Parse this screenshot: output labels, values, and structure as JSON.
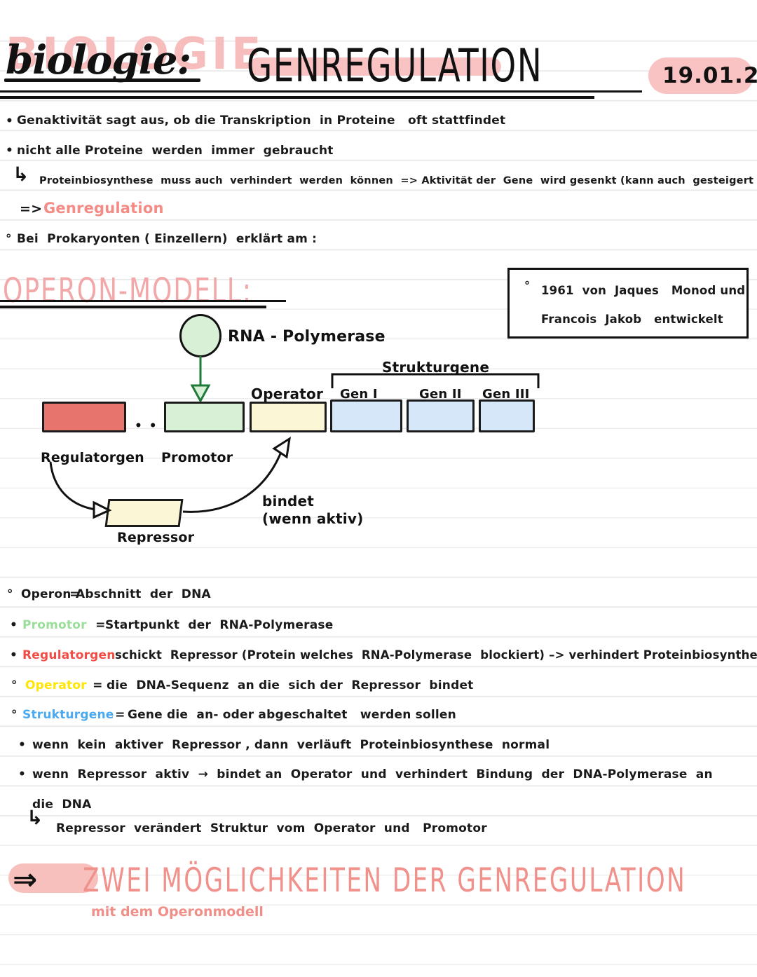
{
  "header": {
    "ghost_title": "BIOLOGIE",
    "script_title": "biologie:",
    "main_title": "GENREGULATION",
    "date": "19.01.2"
  },
  "intro_notes": [
    {
      "bullet": "•",
      "text": "Genaktivität sagt aus, ob die Transkription  in Proteine   oft stattfindet"
    },
    {
      "bullet": "•",
      "text": "nicht alle Proteine  werden  immer  gebraucht"
    },
    {
      "bullet": "↳",
      "text": "Proteinbiosynthese  muss auch  verhindert  werden  können  => Aktivität der  Gene  wird gesenkt (kann auch  gesteigert werden)"
    },
    {
      "bullet": "=>",
      "text": "Genregulation",
      "color": "#f58b85"
    },
    {
      "bullet": "°",
      "text": "Bei  Prokaryonten ( Einzellern)  erklärt am :"
    }
  ],
  "operon": {
    "heading": "OPERON-MODELL:",
    "info_box": {
      "bullet": "°",
      "line1": "1961  von  Jaques   Monod und",
      "line2": "Francois  Jakob   entwickelt"
    },
    "diagram": {
      "polymerase_label": "RNA - Polymerase",
      "strukturgene_bracket_label": "Strukturgene",
      "operator_label": "Operator",
      "gene_labels": [
        "Gen I",
        "Gen II",
        "Gen III"
      ],
      "regulator_label": "Regulatorgen",
      "promotor_label": "Promotor",
      "repressor_label": "Repressor",
      "binds_label_line1": "bindet",
      "binds_label_line2": "(wenn aktiv)",
      "dna_dots": "• • • •",
      "colors": {
        "regulator": "#e8746e",
        "promotor": "#d7f0d6",
        "operator": "#fbf7d6",
        "gene": "#d5e7f8",
        "repressor": "#fbf7d6",
        "polymerase": "#d7f0d6"
      }
    }
  },
  "definitions": [
    {
      "bullet": "°",
      "keyword": "Operon",
      "keyword_color": "#1a1a1a",
      "sep": " = ",
      "text": "Abschnitt  der  DNA"
    },
    {
      "bullet": "•",
      "keyword": "Promotor",
      "keyword_color": "#9ade9a",
      "sep": " = ",
      "text": "Startpunkt  der  RNA-Polymerase"
    },
    {
      "bullet": "•",
      "keyword": "Regulatorgen",
      "keyword_color": "#f24b43",
      "sep": " ",
      "text": "schickt  Repressor (Protein welches  RNA-Polymerase  blockiert) –> verhindert Proteinbiosynthese"
    },
    {
      "bullet": "°",
      "keyword": "Operator",
      "keyword_color": "#ffe600",
      "sep": " = ",
      "text": "die  DNA-Sequenz  an die  sich der  Repressor  bindet"
    },
    {
      "bullet": "°",
      "keyword": "Strukturgene",
      "keyword_color": "#4aa9f0",
      "sep": " = ",
      "text": "Gene die  an- oder abgeschaltet   werden sollen"
    }
  ],
  "statements": [
    {
      "bullet": "•",
      "text": "wenn  kein  aktiver  Repressor , dann  verläuft  Proteinbiosynthese  normal"
    },
    {
      "bullet": "•",
      "text": "wenn  Repressor  aktiv  →  bindet an  Operator  und  verhindert  Bindung  der  DNA-Polymerase  an"
    },
    {
      "bullet": "",
      "text": "die  DNA"
    },
    {
      "bullet": "↳",
      "text": "Repressor  verändert  Struktur  vom  Operator  und   Promotor"
    }
  ],
  "footer": {
    "arrow": "⇒",
    "heading": "ZWEI MÖGLICHKEITEN DER  GENREGULATION",
    "subtitle": "mit dem  Operonmodell"
  }
}
